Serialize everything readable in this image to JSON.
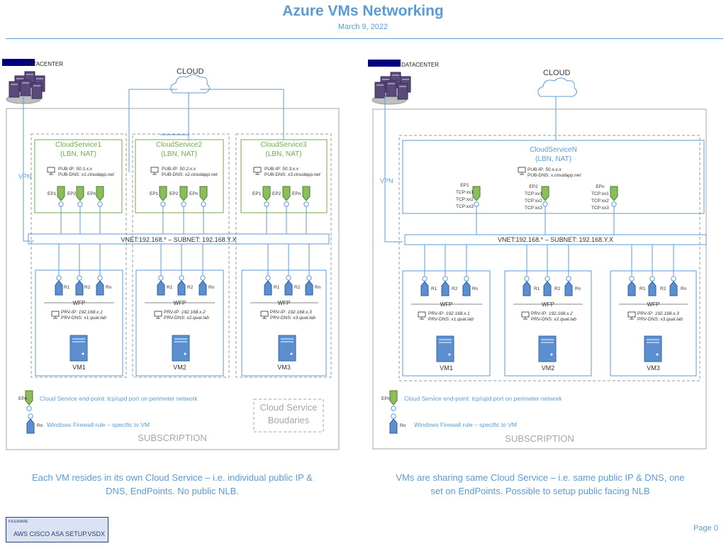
{
  "header": {
    "title": "Azure VMs Networking",
    "date": "March 9, 2022"
  },
  "left": {
    "datacenter": "DATACENTER",
    "cloud": "CLOUD",
    "vpn": "VPN",
    "subscription": "SUBSCRIPTION",
    "vnet": "VNET:192.168.* – SUBNET: 192.168.Y.X",
    "cloud_services": [
      {
        "name": "CloudService1",
        "sub": "(LBN, NAT)",
        "pub_ip_label": "PUB-IP:",
        "pub_ip": "50.1.x.x",
        "pub_dns_label": "PUB-DNS:",
        "pub_dns": "x1.cloudapp.net"
      },
      {
        "name": "CloudService2",
        "sub": "(LBN, NAT)",
        "pub_ip_label": "PUB-IP:",
        "pub_ip": "50.2.x.x",
        "pub_dns_label": "PUB-DNS:",
        "pub_dns": "x2.cloudapp.net"
      },
      {
        "name": "CloudService3",
        "sub": "(LBN, NAT)",
        "pub_ip_label": "PUB-IP:",
        "pub_ip": "50.3.x.x",
        "pub_dns_label": "PUB-DNS:",
        "pub_dns": "x3.cloudapp.net"
      }
    ],
    "endpoints": [
      "EP1",
      "EP2",
      "EPn"
    ],
    "rules": [
      "R1",
      "R2",
      "Rn"
    ],
    "vms": [
      {
        "wfp": "WFP",
        "prv_ip_label": "PRV-IP:",
        "prv_ip": "192.168.x.1",
        "prv_dns_label": "PRV-DNS:",
        "prv_dns": "x1.qual.lab",
        "name": "VM1"
      },
      {
        "wfp": "WFP",
        "prv_ip_label": "PRV-IP:",
        "prv_ip": "192.168.x.2",
        "prv_dns_label": "PRV-DNS:",
        "prv_dns": "x2.qual.lab",
        "name": "VM2"
      },
      {
        "wfp": "WFP",
        "prv_ip_label": "PRV-IP:",
        "prv_ip": "192.168.x.3",
        "prv_dns_label": "PRV-DNS:",
        "prv_dns": "x3.qual.lab",
        "name": "VM3"
      }
    ],
    "legend_ep_icon": "EPn",
    "legend_ep": "Cloud Service end-point: tcp/upd port on perimeter network",
    "legend_rule_icon": "Rn",
    "legend_rule": "Windows Firewall rule – specific to VM",
    "boundary_line1": "Cloud Service",
    "boundary_line2": "Boudaries",
    "caption_line1": "Each VM resides in its own Cloud Service – i.e. individual public IP &",
    "caption_line2": "DNS, EndPoints. No public NLB."
  },
  "right": {
    "datacenter": "DATACENTER",
    "cloud": "CLOUD",
    "vpn": "VPN",
    "subscription": "SUBSCRIPTION",
    "vnet": "VNET:192.168.* – SUBNET: 192.168.Y.X",
    "cloud_service": {
      "name": "CloudServiceN",
      "sub": "(LBN, NAT)",
      "pub_ip_label": "PUB-IP:",
      "pub_ip": "50.x.x.x",
      "pub_dns_label": "PUB-DNS:",
      "pub_dns": "x.cloudapp.net"
    },
    "endpoints": [
      {
        "name": "EP1",
        "ports": [
          "TCP:xx1",
          "TCP:xx2",
          "TCP:xx3"
        ]
      },
      {
        "name": "EP2",
        "ports": [
          "TCP:xx1",
          "TCP:xx2",
          "TCP:xx3"
        ]
      },
      {
        "name": "EPn",
        "ports": [
          "TCP:xx1",
          "TCP:xx2",
          "TCP:xx3"
        ]
      }
    ],
    "rules": [
      "R1",
      "R2",
      "Rn"
    ],
    "vms": [
      {
        "wfp": "WFP",
        "prv_ip_label": "PRV-IP:",
        "prv_ip": "192.168.x.1",
        "prv_dns_label": "PRV-DNS:",
        "prv_dns": "x1.qual.lab",
        "name": "VM1"
      },
      {
        "wfp": "WFP",
        "prv_ip_label": "PRV-IP:",
        "prv_ip": "192.168.x.2",
        "prv_dns_label": "PRV-DNS:",
        "prv_dns": "x2.qual.lab",
        "name": "VM2"
      },
      {
        "wfp": "WFP",
        "prv_ip_label": "PRV-IP:",
        "prv_ip": "192.168.x.3",
        "prv_dns_label": "PRV-DNS:",
        "prv_dns": "x3.qual.lab",
        "name": "VM3"
      }
    ],
    "legend_ep_icon": "EPn",
    "legend_ep": "Cloud Service end-point: tcp/upd port on perimeter network",
    "legend_rule_icon": "Rn",
    "legend_rule": "Windows Firewall rule – specific to VM",
    "caption_line1": "VMs are sharing same Cloud Service – i.e. same public IP & DNS, one",
    "caption_line2": "set on EndPoints. Possible to setup public facing NLB"
  },
  "footer": {
    "filename_label": "FILENAME",
    "filename": "AWS CISCO ASA SETUP.VSDX",
    "page": "Page 0"
  },
  "colors": {
    "accent": "#5b9bd5",
    "green": "#70ad47",
    "navy": "#000080",
    "gray": "#a6a6a6"
  }
}
